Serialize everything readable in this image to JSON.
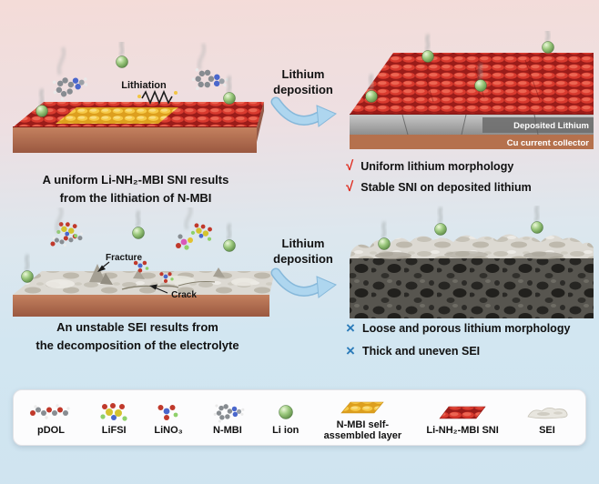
{
  "figure": {
    "top_row": {
      "left_panel": {
        "lithiation_label": "Lithiation",
        "caption_line1": "A uniform Li-NH₂-MBI SNI results",
        "caption_line2": "from the lithiation of N-MBI"
      },
      "arrow": {
        "line1": "Lithium",
        "line2": "deposition"
      },
      "right_panel": {
        "deposited_lithium_label": "Deposited Lithium",
        "cu_label": "Cu current collector",
        "bullets": [
          {
            "mark": "√",
            "text": "Uniform lithium morphology"
          },
          {
            "mark": "√",
            "text": "Stable SNI on deposited lithium"
          }
        ]
      }
    },
    "bottom_row": {
      "left_panel": {
        "fracture_label": "Fracture",
        "crack_label": "Crack",
        "caption_line1": "An unstable SEI results from",
        "caption_line2": "the decomposition of the electrolyte"
      },
      "arrow": {
        "line1": "Lithium",
        "line2": "deposition"
      },
      "right_panel": {
        "bullets": [
          {
            "mark": "×",
            "text": "Loose and porous lithium morphology"
          },
          {
            "mark": "×",
            "text": "Thick and uneven SEI"
          }
        ]
      }
    },
    "legend": {
      "items": [
        {
          "icon": "pdol-molecule-icon",
          "label": "pDOL"
        },
        {
          "icon": "lifsi-molecule-icon",
          "label": "LiFSI"
        },
        {
          "icon": "lino3-molecule-icon",
          "label": "LiNO₃"
        },
        {
          "icon": "nmbi-molecule-icon",
          "label": "N-MBI"
        },
        {
          "icon": "li-ion-icon",
          "label": "Li ion"
        },
        {
          "icon": "sam-layer-icon",
          "label_line1": "N-MBI self-",
          "label_line2": "assembled layer"
        },
        {
          "icon": "sni-layer-icon",
          "label": "Li-NH₂-MBI SNI"
        },
        {
          "icon": "sei-icon",
          "label": "SEI"
        }
      ]
    },
    "colors": {
      "check_mark": "#e02316",
      "cross_mark": "#2b7bb9",
      "arrow_blue": "#a3cfeb",
      "sni_red": "#d93a2e",
      "sam_yellow": "#f6c947",
      "li_ion_green": "#9cc97e",
      "cu_brown": "#b5714d",
      "deposited_lithium_gray": "#a8a8a8"
    }
  }
}
